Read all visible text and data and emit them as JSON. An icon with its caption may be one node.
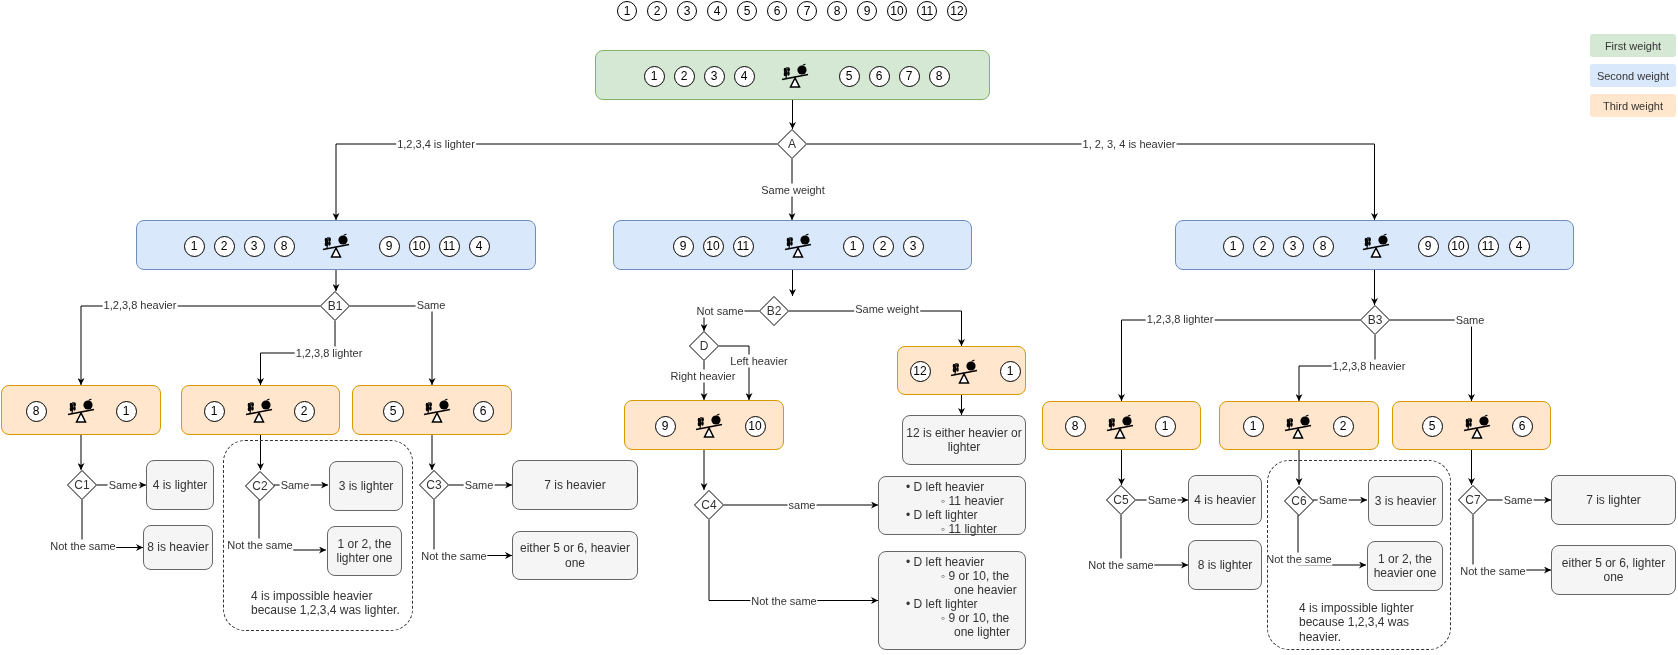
{
  "diagram": {
    "nodes": [
      {
        "text": [
          "1"
        ]
      },
      {
        "text": [
          "2"
        ]
      },
      {
        "text": [
          "3"
        ]
      },
      {
        "text": [
          "4"
        ]
      },
      {
        "text": [
          "5"
        ]
      },
      {
        "text": [
          "6"
        ]
      },
      {
        "text": [
          "7"
        ]
      },
      {
        "text": [
          "8"
        ]
      },
      {
        "text": [
          "9"
        ]
      },
      {
        "text": [
          "10"
        ]
      },
      {
        "text": [
          "11"
        ]
      },
      {
        "text": [
          "12"
        ]
      },
      {
        "text": [],
        "shape": "box"
      },
      {
        "text": [
          "1"
        ],
        "in": 12
      },
      {
        "text": [
          "2"
        ],
        "in": 12
      },
      {
        "text": [
          "3"
        ],
        "in": 12
      },
      {
        "text": [
          "4"
        ],
        "in": 12
      },
      {
        "text": [
          "5"
        ],
        "in": 12
      },
      {
        "text": [
          "6"
        ],
        "in": 12
      },
      {
        "text": [
          "7"
        ],
        "in": 12
      },
      {
        "text": [
          "8"
        ],
        "in": 12
      },
      {
        "text": [
          "A"
        ]
      },
      {
        "text": [],
        "shape": "box"
      },
      {
        "text": [
          "1"
        ],
        "in": 22
      },
      {
        "text": [
          "2"
        ],
        "in": 22
      },
      {
        "text": [
          "3"
        ],
        "in": 22
      },
      {
        "text": [
          "8"
        ],
        "in": 22
      },
      {
        "text": [
          "9"
        ],
        "in": 22
      },
      {
        "text": [
          "10"
        ],
        "in": 22
      },
      {
        "text": [
          "11"
        ],
        "in": 22
      },
      {
        "text": [
          "4"
        ],
        "in": 22
      },
      {
        "text": [],
        "shape": "box"
      },
      {
        "text": [
          "9"
        ],
        "in": 31
      },
      {
        "text": [
          "10"
        ],
        "in": 31
      },
      {
        "text": [
          "11"
        ],
        "in": 31
      },
      {
        "text": [
          "1"
        ],
        "in": 31
      },
      {
        "text": [
          "2"
        ],
        "in": 31
      },
      {
        "text": [
          "3"
        ],
        "in": 31
      },
      {
        "text": [],
        "shape": "box"
      },
      {
        "text": [
          "1"
        ],
        "in": 38
      },
      {
        "text": [
          "2"
        ],
        "in": 38
      },
      {
        "text": [
          "3"
        ],
        "in": 38
      },
      {
        "text": [
          "8"
        ],
        "in": 38
      },
      {
        "text": [
          "9"
        ],
        "in": 38
      },
      {
        "text": [
          "10"
        ],
        "in": 38
      },
      {
        "text": [
          "11"
        ],
        "in": 38
      },
      {
        "text": [
          "4"
        ],
        "in": 38
      },
      {
        "text": [
          "B1"
        ]
      },
      {
        "text": [
          "B2"
        ]
      },
      {
        "text": [
          "B3"
        ]
      },
      {
        "text": [
          "D"
        ]
      },
      {
        "text": [],
        "shape": "box"
      },
      {
        "text": [
          "8"
        ],
        "in": 51
      },
      {
        "text": [
          "1"
        ],
        "in": 51
      },
      {
        "text": [],
        "shape": "box"
      },
      {
        "text": [
          "1"
        ],
        "in": 54
      },
      {
        "text": [
          "2"
        ],
        "in": 54
      },
      {
        "text": [],
        "shape": "box"
      },
      {
        "text": [
          "5"
        ],
        "in": 57
      },
      {
        "text": [
          "6"
        ],
        "in": 57
      },
      {
        "text": [],
        "shape": "box"
      },
      {
        "text": [
          "12"
        ],
        "in": 60
      },
      {
        "text": [
          "1"
        ],
        "in": 60
      },
      {
        "text": [],
        "shape": "box"
      },
      {
        "text": [
          "9"
        ],
        "in": 63
      },
      {
        "text": [
          "10"
        ],
        "in": 63
      },
      {
        "text": [],
        "shape": "box"
      },
      {
        "text": [
          "8"
        ],
        "in": 66
      },
      {
        "text": [
          "1"
        ],
        "in": 66
      },
      {
        "text": [],
        "shape": "box"
      },
      {
        "text": [
          "1"
        ],
        "in": 69
      },
      {
        "text": [
          "2"
        ],
        "in": 69
      },
      {
        "text": [],
        "shape": "box"
      },
      {
        "text": [
          "5"
        ],
        "in": 72
      },
      {
        "text": [
          "6"
        ],
        "in": 72
      },
      {
        "text": [
          "C1"
        ]
      },
      {
        "text": [
          "4 is lighter"
        ]
      },
      {
        "text": [
          "8 is heavier"
        ]
      },
      {
        "text": [
          "4 is impossible heavier because 1,2,3,4 was lighter."
        ]
      },
      {
        "text": [
          "C2"
        ],
        "in": 78
      },
      {
        "text": [
          "3 is lighter"
        ],
        "in": 78
      },
      {
        "text": [
          "1 or 2, the lighter one"
        ],
        "in": 78
      },
      {
        "text": [
          "C3"
        ]
      },
      {
        "text": [
          "7 is heavier"
        ]
      },
      {
        "text": [
          "either 5 or 6, heavier one"
        ]
      },
      {
        "text": [
          "12 is either heavier or lighter"
        ]
      },
      {
        "text": [
          "C4"
        ]
      },
      {
        "text": [
          "• D left heavier",
          "◦ 11 heavier",
          "• D left lighter",
          "◦ 11 lighter"
        ]
      },
      {
        "text": [
          "• D left heavier",
          "◦ 9 or 10, the one heavier",
          "• D left lighter",
          "◦ 9 or 10, the one lighter"
        ]
      },
      {
        "text": [
          "C5"
        ]
      },
      {
        "text": [
          "4 is heavier"
        ]
      },
      {
        "text": [
          "8 is lighter"
        ]
      },
      {
        "text": [
          "4 is impossible lighter because 1,2,3,4 was heavier."
        ]
      },
      {
        "text": [
          "C6"
        ],
        "in": 92
      },
      {
        "text": [
          "3 is heavier"
        ],
        "in": 92
      },
      {
        "text": [
          "1 or 2, the heavier one"
        ],
        "in": 92
      },
      {
        "text": [
          "C7"
        ]
      },
      {
        "text": [
          "7 is lighter"
        ]
      },
      {
        "text": [
          "either 5 or 6, lighter one"
        ]
      }
    ],
    "edges": [
      {
        "from": 12,
        "to": 21,
        "arrow": "to"
      },
      {
        "from": 21,
        "to": 22,
        "arrow": "to",
        "label": "1,2,3,4 is lighter"
      },
      {
        "from": 21,
        "to": 31,
        "arrow": "to",
        "label": "Same weight"
      },
      {
        "from": 21,
        "to": 38,
        "arrow": "to",
        "label": "1, 2, 3, 4 is heavier"
      },
      {
        "from": 22,
        "to": 47,
        "arrow": "to"
      },
      {
        "from": 47,
        "to": 51,
        "arrow": "to",
        "label": "1,2,3,8 heavier"
      },
      {
        "from": 47,
        "to": 54,
        "arrow": "to",
        "label": "1,2,3,8 lighter"
      },
      {
        "from": 47,
        "to": 57,
        "arrow": "to",
        "label": "Same"
      },
      {
        "from": 31,
        "to": 48,
        "arrow": "to"
      },
      {
        "from": 48,
        "to": 50,
        "arrow": "to",
        "label": "Not same"
      },
      {
        "from": 48,
        "to": 60,
        "arrow": "to",
        "label": "Same weight"
      },
      {
        "from": 50,
        "to": 63,
        "arrow": "to",
        "label": "Right heavier"
      },
      {
        "from": 50,
        "to": 63,
        "arrow": "to",
        "label": "Left heavier"
      },
      {
        "from": 60,
        "to": 85,
        "arrow": "to"
      },
      {
        "from": 63,
        "to": 86,
        "arrow": "to"
      },
      {
        "from": 86,
        "to": 87,
        "arrow": "to",
        "label": "same"
      },
      {
        "from": 86,
        "to": 88,
        "arrow": "to",
        "label": "Not the same"
      },
      {
        "from": 38,
        "to": 49,
        "arrow": "to"
      },
      {
        "from": 49,
        "to": 66,
        "arrow": "to",
        "label": "1,2,3,8 lighter"
      },
      {
        "from": 49,
        "to": 69,
        "arrow": "to",
        "label": "1,2,3,8 heavier"
      },
      {
        "from": 49,
        "to": 72,
        "arrow": "to",
        "label": "Same"
      },
      {
        "from": 51,
        "to": 75,
        "arrow": "to"
      },
      {
        "from": 75,
        "to": 76,
        "arrow": "to",
        "label": "Same"
      },
      {
        "from": 75,
        "to": 77,
        "arrow": "to",
        "label": "Not the same"
      },
      {
        "from": 54,
        "to": 79,
        "arrow": "to"
      },
      {
        "from": 79,
        "to": 80,
        "arrow": "to",
        "label": "Same"
      },
      {
        "from": 79,
        "to": 81,
        "arrow": "to",
        "label": "Not the same"
      },
      {
        "from": 57,
        "to": 82,
        "arrow": "to"
      },
      {
        "from": 82,
        "to": 83,
        "arrow": "to",
        "label": "Same"
      },
      {
        "from": 82,
        "to": 84,
        "arrow": "to",
        "label": "Not the same"
      },
      {
        "from": 66,
        "to": 89,
        "arrow": "to"
      },
      {
        "from": 89,
        "to": 90,
        "arrow": "to",
        "label": "Same"
      },
      {
        "from": 89,
        "to": 91,
        "arrow": "to",
        "label": "Not the same"
      },
      {
        "from": 69,
        "to": 93,
        "arrow": "to"
      },
      {
        "from": 93,
        "to": 94,
        "arrow": "to",
        "label": "Same"
      },
      {
        "from": 93,
        "to": 95,
        "arrow": "to",
        "label": "Not the same"
      },
      {
        "from": 72,
        "to": 96,
        "arrow": "to"
      },
      {
        "from": 96,
        "to": 97,
        "arrow": "to",
        "label": "Same"
      },
      {
        "from": 96,
        "to": 98,
        "arrow": "to",
        "label": "Not the same"
      }
    ],
    "legend": [
      {
        "text": "First weight",
        "color": "#d5e8d4"
      },
      {
        "text": "Second weight",
        "color": "#dae8fc"
      },
      {
        "text": "Third weight",
        "color": "#ffe6cc"
      }
    ]
  }
}
